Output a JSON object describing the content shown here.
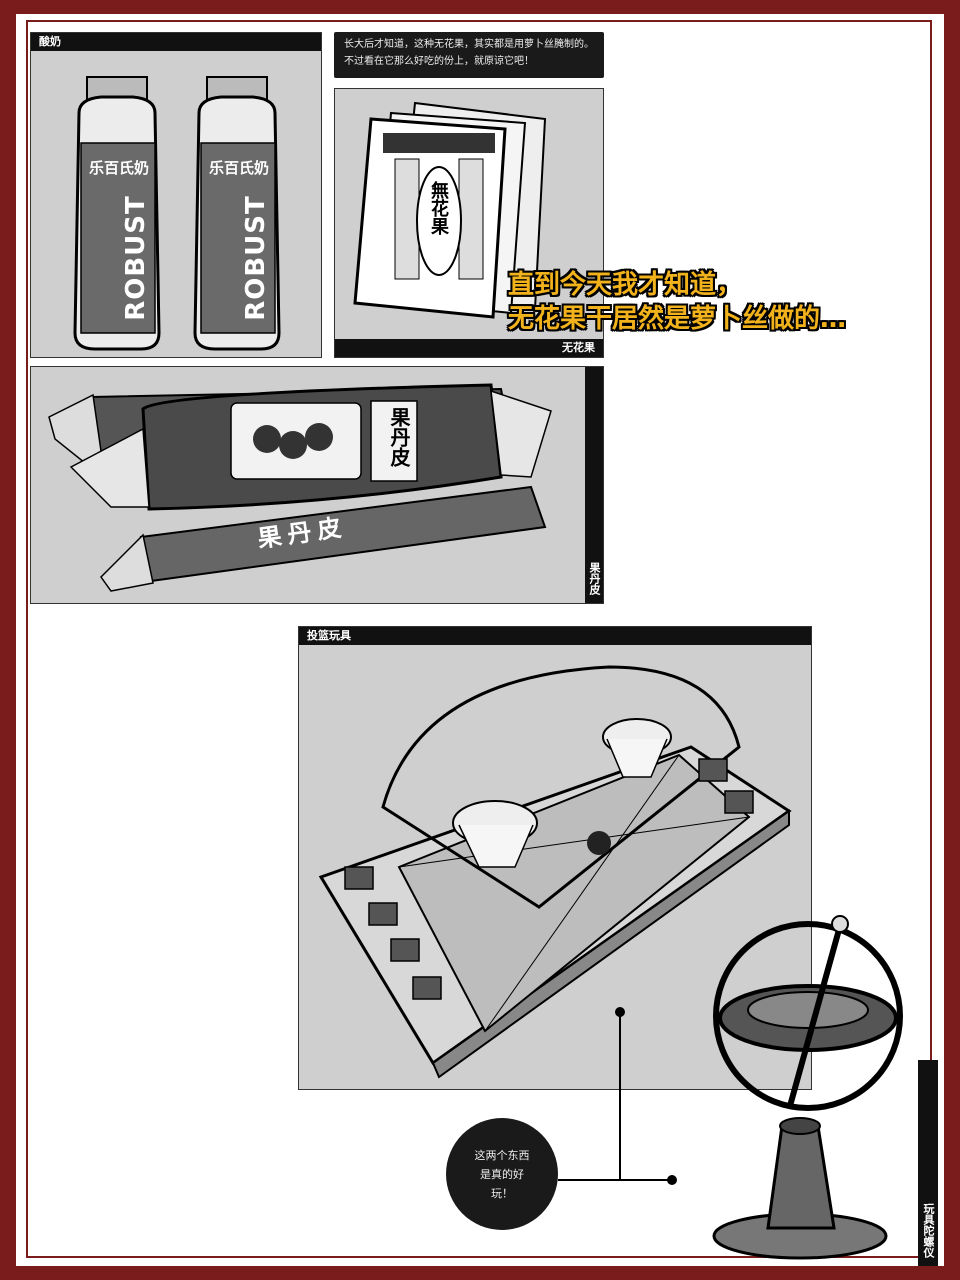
{
  "panels": {
    "yogurt": {
      "title": "酸奶",
      "brand": "乐百氏奶",
      "logo_text": "ROBUST"
    },
    "fig": {
      "label": "无花果",
      "package_text": "無花果"
    },
    "haw": {
      "label": "果丹皮",
      "wrapper_text": "果丹皮"
    },
    "basket": {
      "title": "投篮玩具"
    },
    "gyro": {
      "label": "玩具陀螺仪"
    }
  },
  "note": {
    "text": "长大后才知道，这种无花果，其实都是用萝卜丝腌制的。不过看在它那么好吃的份上，就原谅它吧！"
  },
  "overlay_caption": {
    "line1": "直到今天我才知道，",
    "line2": "无花果干居然是萝卜丝做的…"
  },
  "toy_circle": {
    "text": "这两个东西是真的好玩！"
  },
  "colors": {
    "frame": "#7a1c1c",
    "caption": "#f2b21c",
    "panel_bg": "#cfcfcf",
    "bar": "#111111"
  }
}
